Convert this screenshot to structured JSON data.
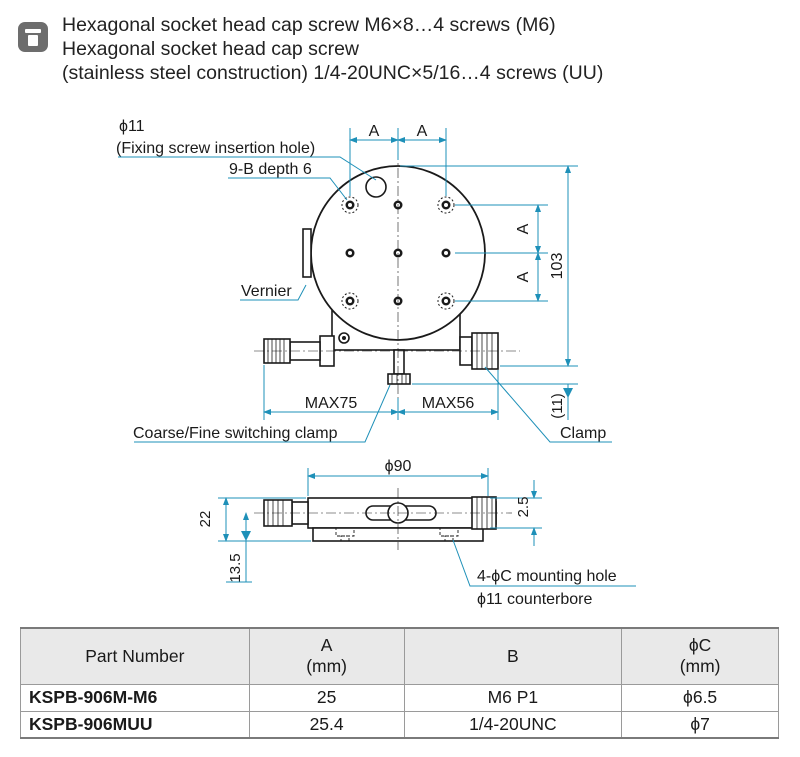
{
  "notes": {
    "line1": "Hexagonal socket head cap screw M6×8…4 screws (M6)",
    "line2": "Hexagonal socket head cap screw",
    "line3": "(stainless steel construction) 1/4-20UNC×5/16…4 screws (UU)"
  },
  "labels": {
    "fixing_phi": "ϕ11",
    "fixing_hole": "(Fixing screw insertion hole)",
    "tapped_holes": "9-B depth 6",
    "vernier": "Vernier",
    "dim_a": "A",
    "dim_103": "103",
    "max75": "MAX75",
    "max56": "MAX56",
    "dim_11": "(11)",
    "clamp": "Clamp",
    "coarse_fine": "Coarse/Fine switching clamp",
    "phi90": "ϕ90",
    "dim_22": "22",
    "dim_2_5": "2.5",
    "dim_13_5": "13.5",
    "mounting_hole": "4-ϕC mounting hole",
    "counterbore": "ϕ11 counterbore"
  },
  "table": {
    "headers": [
      {
        "line1": "Part Number",
        "line2": ""
      },
      {
        "line1": "A",
        "line2": "(mm)"
      },
      {
        "line1": "B",
        "line2": ""
      },
      {
        "line1": "ϕC",
        "line2": "(mm)"
      }
    ],
    "rows": [
      {
        "part": "KSPB-906M-M6",
        "a": "25",
        "b": "M6 P1",
        "c": "ϕ6.5"
      },
      {
        "part": "KSPB-906MUU",
        "a": "25.4",
        "b": "1/4-20UNC",
        "c": "ϕ7"
      }
    ]
  },
  "colors": {
    "dimension_line": "#1e90b8",
    "outline": "#1a1a1a",
    "header_fill": "#e9e9e9",
    "icon_fill": "#6d6d6d"
  }
}
